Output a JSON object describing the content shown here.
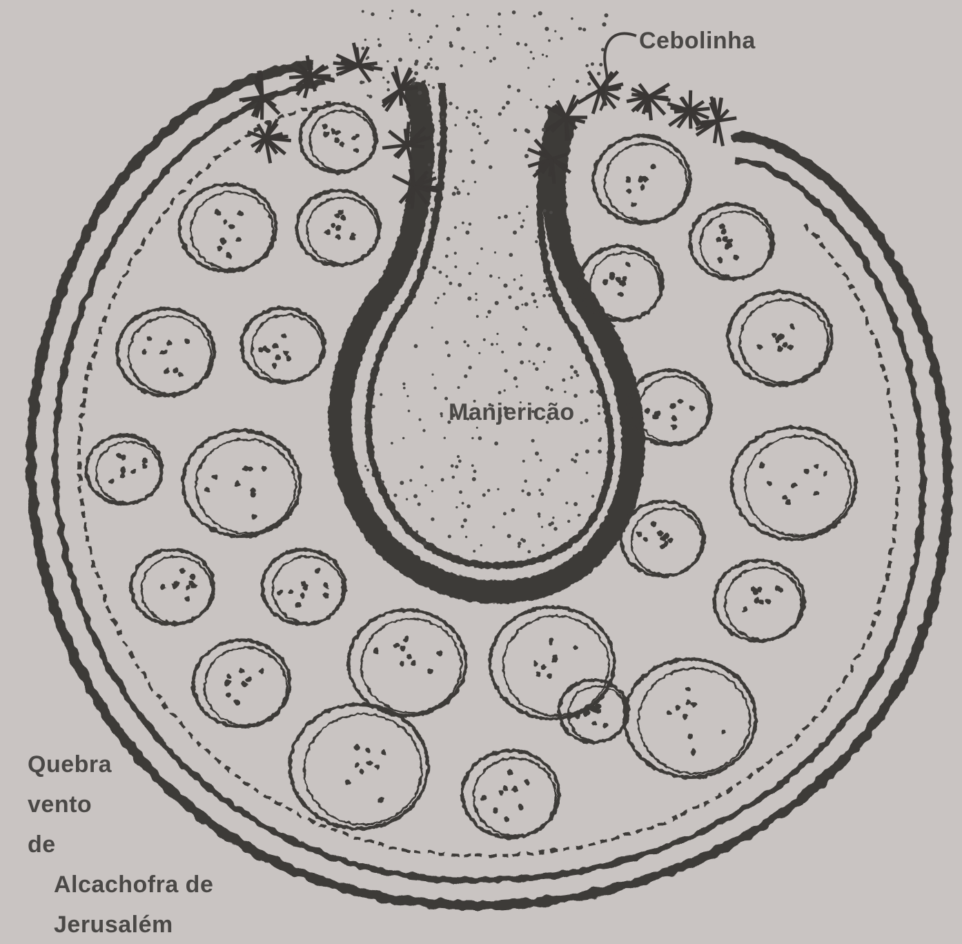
{
  "labels": {
    "cebolinha": "Cebolinha",
    "manjericao": "Manjericão",
    "quebra_line1": "Quebra",
    "quebra_line2": "vento",
    "quebra_line3": "de",
    "quebra_line4": "Alcachofra de",
    "quebra_line5": "Jerusalém"
  },
  "colors": {
    "paper": "#c9c4c2",
    "ink": "#3e3b39",
    "label": "#4a4846"
  }
}
